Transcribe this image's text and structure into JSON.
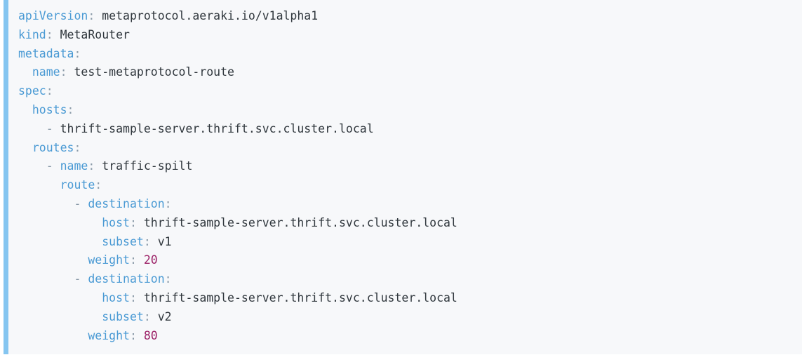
{
  "code_block": {
    "language": "yaml",
    "accent_color": "#85c5f0",
    "background_color": "#f7f8fa",
    "key_color": "#4a9ad4",
    "value_color": "#30373d",
    "number_color": "#9c2267",
    "punct_color": "#8a9aa8",
    "raw_text": "apiVersion: metaprotocol.aeraki.io/v1alpha1\nkind: MetaRouter\nmetadata:\n  name: test-metaprotocol-route\nspec:\n  hosts:\n    - thrift-sample-server.thrift.svc.cluster.local\n  routes:\n    - name: traffic-spilt\n      route:\n        - destination:\n            host: thrift-sample-server.thrift.svc.cluster.local\n            subset: v1\n          weight: 20\n        - destination:\n            host: thrift-sample-server.thrift.svc.cluster.local\n            subset: v2\n          weight: 80",
    "lines": [
      {
        "indent": "",
        "tokens": [
          {
            "t": "key",
            "v": "apiVersion"
          },
          {
            "t": "punct",
            "v": ":"
          },
          {
            "t": "plain",
            "v": " "
          },
          {
            "t": "str",
            "v": "metaprotocol.aeraki.io/v1alpha1"
          }
        ]
      },
      {
        "indent": "",
        "tokens": [
          {
            "t": "key",
            "v": "kind"
          },
          {
            "t": "punct",
            "v": ":"
          },
          {
            "t": "plain",
            "v": " "
          },
          {
            "t": "str",
            "v": "MetaRouter"
          }
        ]
      },
      {
        "indent": "",
        "tokens": [
          {
            "t": "key",
            "v": "metadata"
          },
          {
            "t": "punct",
            "v": ":"
          }
        ]
      },
      {
        "indent": "  ",
        "tokens": [
          {
            "t": "key",
            "v": "name"
          },
          {
            "t": "punct",
            "v": ":"
          },
          {
            "t": "plain",
            "v": " "
          },
          {
            "t": "str",
            "v": "test-metaprotocol-route"
          }
        ]
      },
      {
        "indent": "",
        "tokens": [
          {
            "t": "key",
            "v": "spec"
          },
          {
            "t": "punct",
            "v": ":"
          }
        ]
      },
      {
        "indent": "  ",
        "tokens": [
          {
            "t": "key",
            "v": "hosts"
          },
          {
            "t": "punct",
            "v": ":"
          }
        ]
      },
      {
        "indent": "    ",
        "tokens": [
          {
            "t": "dash",
            "v": "- "
          },
          {
            "t": "str",
            "v": "thrift-sample-server.thrift.svc.cluster.local"
          }
        ]
      },
      {
        "indent": "  ",
        "tokens": [
          {
            "t": "key",
            "v": "routes"
          },
          {
            "t": "punct",
            "v": ":"
          }
        ]
      },
      {
        "indent": "    ",
        "tokens": [
          {
            "t": "dash",
            "v": "- "
          },
          {
            "t": "key",
            "v": "name"
          },
          {
            "t": "punct",
            "v": ":"
          },
          {
            "t": "plain",
            "v": " "
          },
          {
            "t": "str",
            "v": "traffic-spilt"
          }
        ]
      },
      {
        "indent": "      ",
        "tokens": [
          {
            "t": "key",
            "v": "route"
          },
          {
            "t": "punct",
            "v": ":"
          }
        ]
      },
      {
        "indent": "        ",
        "tokens": [
          {
            "t": "dash",
            "v": "- "
          },
          {
            "t": "key",
            "v": "destination"
          },
          {
            "t": "punct",
            "v": ":"
          }
        ]
      },
      {
        "indent": "            ",
        "tokens": [
          {
            "t": "key",
            "v": "host"
          },
          {
            "t": "punct",
            "v": ":"
          },
          {
            "t": "plain",
            "v": " "
          },
          {
            "t": "str",
            "v": "thrift-sample-server.thrift.svc.cluster.local"
          }
        ]
      },
      {
        "indent": "            ",
        "tokens": [
          {
            "t": "key",
            "v": "subset"
          },
          {
            "t": "punct",
            "v": ":"
          },
          {
            "t": "plain",
            "v": " "
          },
          {
            "t": "str",
            "v": "v1"
          }
        ]
      },
      {
        "indent": "          ",
        "tokens": [
          {
            "t": "key",
            "v": "weight"
          },
          {
            "t": "punct",
            "v": ":"
          },
          {
            "t": "plain",
            "v": " "
          },
          {
            "t": "num",
            "v": "20"
          }
        ]
      },
      {
        "indent": "        ",
        "tokens": [
          {
            "t": "dash",
            "v": "- "
          },
          {
            "t": "key",
            "v": "destination"
          },
          {
            "t": "punct",
            "v": ":"
          }
        ]
      },
      {
        "indent": "            ",
        "tokens": [
          {
            "t": "key",
            "v": "host"
          },
          {
            "t": "punct",
            "v": ":"
          },
          {
            "t": "plain",
            "v": " "
          },
          {
            "t": "str",
            "v": "thrift-sample-server.thrift.svc.cluster.local"
          }
        ]
      },
      {
        "indent": "            ",
        "tokens": [
          {
            "t": "key",
            "v": "subset"
          },
          {
            "t": "punct",
            "v": ":"
          },
          {
            "t": "plain",
            "v": " "
          },
          {
            "t": "str",
            "v": "v2"
          }
        ]
      },
      {
        "indent": "          ",
        "tokens": [
          {
            "t": "key",
            "v": "weight"
          },
          {
            "t": "punct",
            "v": ":"
          },
          {
            "t": "plain",
            "v": " "
          },
          {
            "t": "num",
            "v": "80"
          }
        ]
      }
    ]
  }
}
